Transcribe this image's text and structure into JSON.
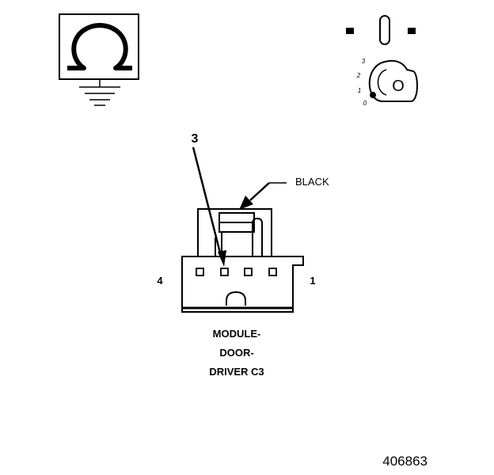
{
  "connector": {
    "wire_color_label": "BLACK",
    "callout_number": "3",
    "pin_left_number": "4",
    "pin_right_number": "1",
    "name_lines": [
      "MODULE-",
      "DOOR-",
      "DRIVER C3"
    ]
  },
  "key_switch": {
    "positions": [
      "3",
      "2",
      "1",
      "0"
    ],
    "key_letter": "O"
  },
  "figure_number": "406863",
  "colors": {
    "line": "#000000",
    "background": "#ffffff"
  }
}
